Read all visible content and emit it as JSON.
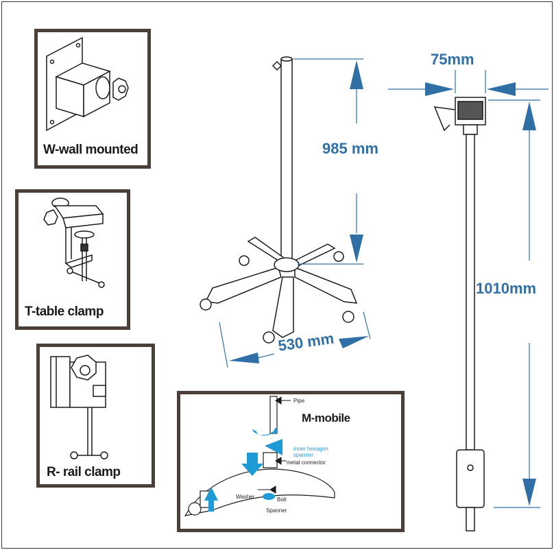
{
  "panels": {
    "wall": {
      "label": "W-wall mounted"
    },
    "table": {
      "label": "T-table clamp"
    },
    "rail": {
      "label": "R- rail  clamp"
    },
    "mobile": {
      "label": "M-mobile",
      "parts": {
        "pipe": "Pipe",
        "hexagon_spanner": "inner hexagon\nspanner",
        "metal_connector": "metal connector",
        "washer": "Washer",
        "bolt": "Bolt",
        "spanner": "Spanner"
      }
    }
  },
  "dimensions": {
    "stand_height": "985 mm",
    "base_width": "530 mm",
    "head_width": "75mm",
    "total_height": "1010mm"
  },
  "colors": {
    "frame": "#4a3f39",
    "dimension": "#2f6fa6",
    "arrow_blue": "#1e9ad6",
    "line": "#1a1a1a"
  }
}
